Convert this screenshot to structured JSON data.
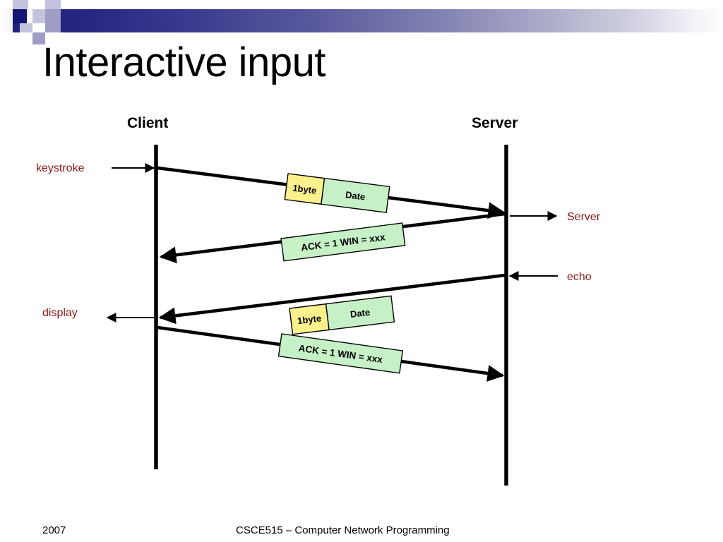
{
  "slide": {
    "title": "Interactive input",
    "accent_navy": "#21217a",
    "label_color": "#8c1515",
    "packet_yellow": "#faf08c",
    "packet_green": "#c6f0c6"
  },
  "columns": {
    "client": "Client",
    "server": "Server"
  },
  "annotations": {
    "keystroke": "keystroke",
    "display": "display",
    "server": "Server",
    "echo": "echo"
  },
  "packets": [
    {
      "id": "data1",
      "byte_label": "1byte",
      "payload_label": "Date"
    },
    {
      "id": "ack1",
      "label": "ACK = 1 WIN = xxx"
    },
    {
      "id": "data2",
      "byte_label": "1byte",
      "payload_label": "Date"
    },
    {
      "id": "ack2",
      "label": "ACK = 1 WIN = xxx"
    }
  ],
  "footer": {
    "year": "2007",
    "course": "CSCE515 – Computer Network Programming"
  }
}
